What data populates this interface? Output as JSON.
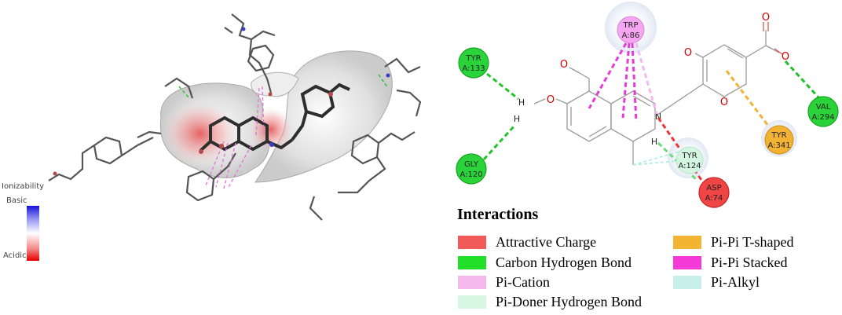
{
  "scale": {
    "title": "Ionizability",
    "basic_label": "Basic",
    "acidic_label": "Acidic",
    "colors": {
      "basic": "#1515d8",
      "neutral": "#ffffff",
      "acidic": "#e60000"
    }
  },
  "residues": [
    {
      "id": "tyr133",
      "name": "TYR",
      "chain": "A:133",
      "color": "#2ad33a"
    },
    {
      "id": "trp86",
      "name": "TRP",
      "chain": "A:86",
      "color": "#f4a6f0"
    },
    {
      "id": "val294",
      "name": "VAL",
      "chain": "A:294",
      "color": "#2ad33a"
    },
    {
      "id": "tyr341",
      "name": "TYR",
      "chain": "A:341",
      "color": "#f2b233"
    },
    {
      "id": "gly120",
      "name": "GLY",
      "chain": "A:120",
      "color": "#2ad33a"
    },
    {
      "id": "tyr124",
      "name": "TYR",
      "chain": "A:124",
      "color": "#d4f5e0"
    },
    {
      "id": "asp74",
      "name": "ASP",
      "chain": "A:74",
      "color": "#f04545"
    }
  ],
  "atoms": {
    "h1": "H",
    "h2": "H",
    "h3": "H",
    "o_ring": "O",
    "o_keto": "O",
    "n_ring": "N"
  },
  "legend": {
    "title": "Interactions",
    "items": [
      {
        "label": "Attractive Charge",
        "color": "#f25a5a"
      },
      {
        "label": "Carbon Hydrogen Bond",
        "color": "#22e02a"
      },
      {
        "label": "Pi-Cation",
        "color": "#f7b8ee"
      },
      {
        "label": "Pi-Doner Hydrogen Bond",
        "color": "#d8f7e2"
      },
      {
        "label": "Pi-Pi T-shaped",
        "color": "#f2b432"
      },
      {
        "label": "Pi-Pi Stacked",
        "color": "#f53ad8"
      },
      {
        "label": "Pi-Alkyl",
        "color": "#c8f0ea"
      }
    ]
  }
}
